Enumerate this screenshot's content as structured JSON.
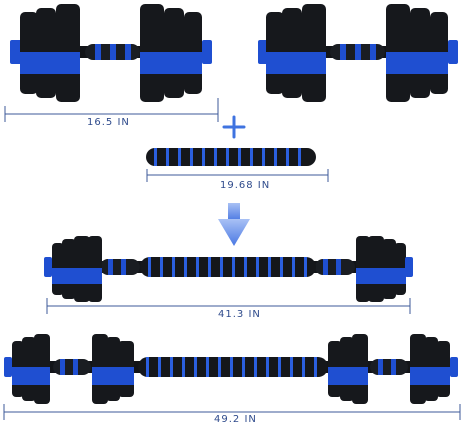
{
  "colors": {
    "plate_black": "#16181c",
    "plate_blue": "#1f4fd1",
    "handle_black": "#111317",
    "dimension_line": "#3c5a9a",
    "arrow_blue": "#5b86e8",
    "plus_blue": "#3f73e0"
  },
  "dimensions": {
    "dumbbell": "16.5 IN",
    "connector": "19.68 IN",
    "barbell": "41.3 IN",
    "long_barbell": "49.2 IN"
  },
  "icons": {
    "plus": "plus-icon",
    "down_arrow": "down-arrow-icon"
  }
}
